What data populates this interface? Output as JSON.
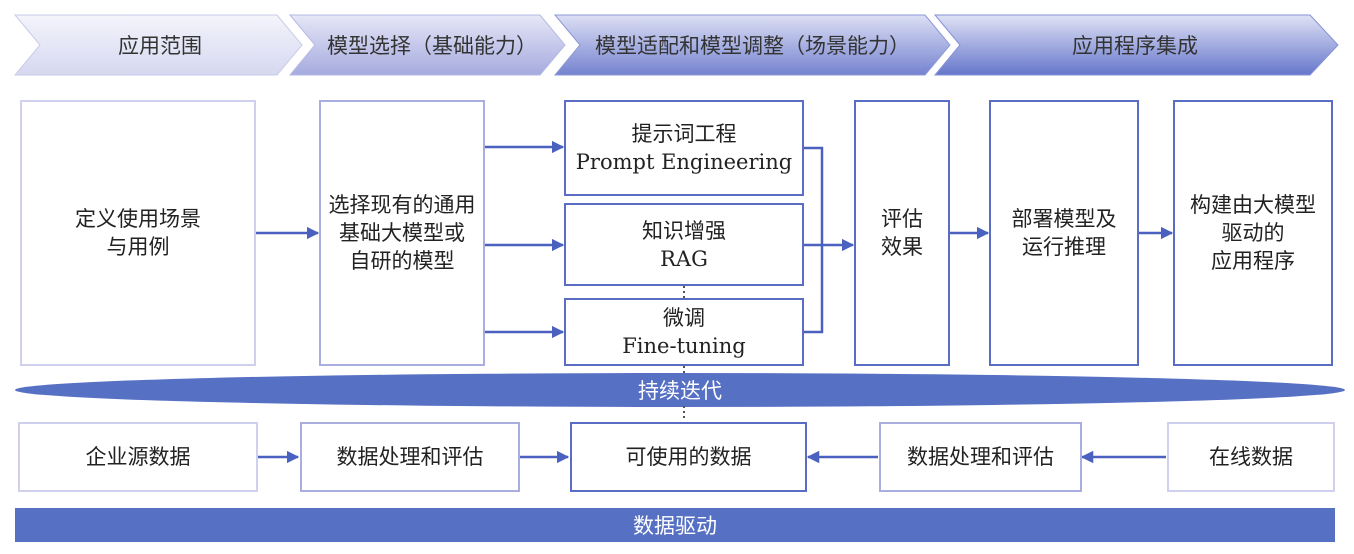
{
  "colors": {
    "accent": "#5a6fc4",
    "arrow": "#4a61c0",
    "light_border": "#cfd0ee",
    "mid_border": "#a9ade0",
    "dark_border": "#5a6dc4"
  },
  "stages": [
    {
      "label": "应用范围"
    },
    {
      "label": "模型选择（基础能力）"
    },
    {
      "label": "模型适配和模型调整（场景能力）"
    },
    {
      "label": "应用程序集成"
    }
  ],
  "main_flow": {
    "define": {
      "lines": [
        "定义使用场景",
        "与用例"
      ]
    },
    "select": {
      "lines": [
        "选择现有的通用",
        "基础大模型或",
        "自研的模型"
      ]
    },
    "prompt": {
      "lines": [
        "提示词工程",
        "Prompt Engineering"
      ]
    },
    "rag": {
      "lines": [
        "知识增强",
        "RAG"
      ]
    },
    "finetune": {
      "lines": [
        "微调",
        "Fine-tuning"
      ]
    },
    "evaluate": {
      "lines": [
        "评估",
        "效果"
      ]
    },
    "deploy": {
      "lines": [
        "部署模型及",
        "运行推理"
      ]
    },
    "build": {
      "lines": [
        "构建由大模型",
        "驱动的",
        "应用程序"
      ]
    }
  },
  "iteration_band": {
    "label": "持续迭代"
  },
  "data_flow": {
    "enterprise": "企业源数据",
    "process_left": "数据处理和评估",
    "usable": "可使用的数据",
    "process_right": "数据处理和评估",
    "online": "在线数据"
  },
  "data_band": {
    "label": "数据驱动"
  }
}
